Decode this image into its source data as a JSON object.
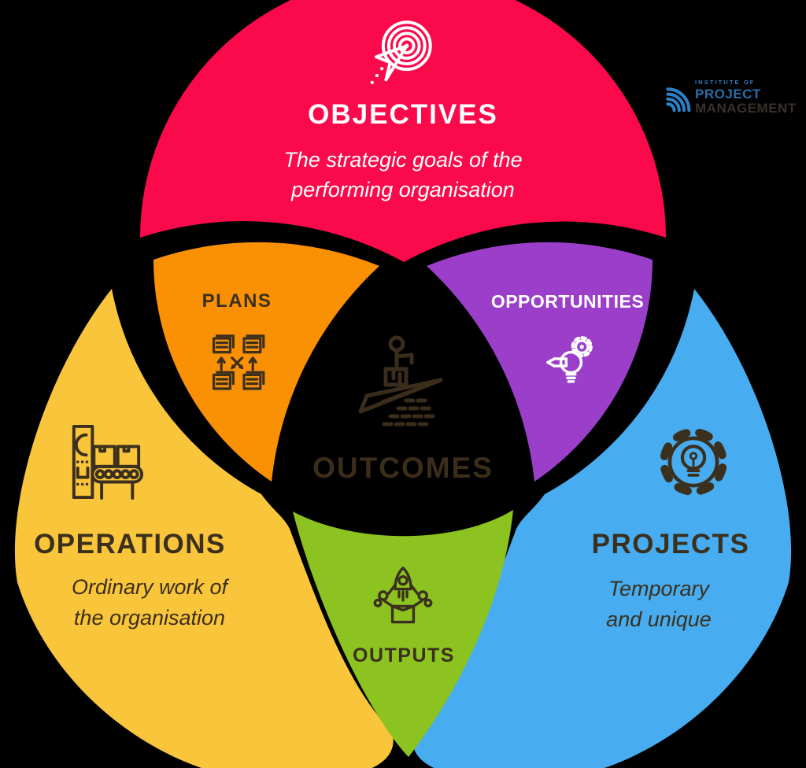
{
  "background_color": "#000000",
  "logo": {
    "icon": "fan-arcs-icon",
    "line1": "INSTITUTE OF",
    "line2": "PROJECT",
    "line3": "MANAGEMENT",
    "accent_color": "#2E80C4",
    "dark_color": "#3A3128"
  },
  "regions": {
    "objectives": {
      "label": "OBJECTIVES",
      "desc_line1": "The strategic goals of the",
      "desc_line2": "performing organisation",
      "color": "#FA0A4B",
      "text_color": "#FFFFFF",
      "icon": "target-arrow-icon"
    },
    "plans": {
      "label": "PLANS",
      "color": "#FA9105",
      "text_color": "#3B2F1E",
      "icon": "documents-flow-icon"
    },
    "opportunities": {
      "label": "OPPORTUNITIES",
      "color": "#9B3FCB",
      "text_color": "#FFFFFF",
      "icon": "idea-gear-pencil-icon"
    },
    "operations": {
      "label": "OPERATIONS",
      "desc_line1": "Ordinary work of",
      "desc_line2": "the organisation",
      "color": "#F9C53B",
      "text_color": "#3B2F1E",
      "icon": "conveyor-machine-icon"
    },
    "projects": {
      "label": "PROJECTS",
      "desc_line1": "Temporary",
      "desc_line2": "and unique",
      "color": "#47ADF0",
      "text_color": "#3B2F1E",
      "icon": "gear-lightbulb-icon"
    },
    "outputs": {
      "label": "OUTPUTS",
      "color": "#8CC320",
      "text_color": "#3B2F1E",
      "icon": "rocket-box-icon"
    },
    "outcomes": {
      "label": "OUTCOMES",
      "color": "#000000",
      "text_color": "#3B2D1C",
      "icon": "paper-plane-rider-icon"
    }
  }
}
